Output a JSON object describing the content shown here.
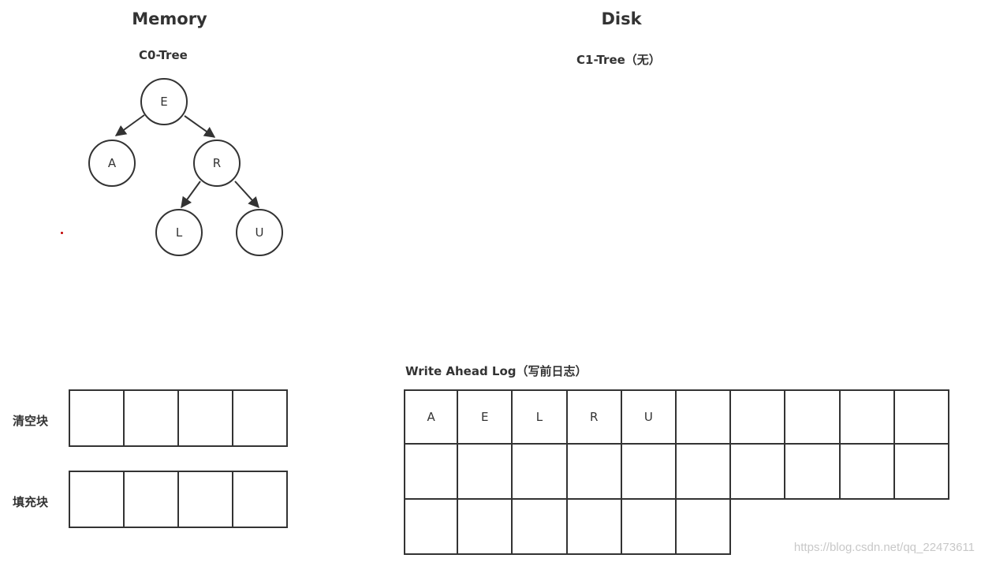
{
  "memory": {
    "title": "Memory",
    "c0_tree": {
      "title": "C0-Tree",
      "nodes": {
        "root": "E",
        "left": "A",
        "right": "R",
        "right_left": "L",
        "right_right": "U"
      }
    },
    "clear_block": {
      "label": "清空块",
      "cells": [
        "",
        "",
        "",
        ""
      ]
    },
    "fill_block": {
      "label": "填充块",
      "cells": [
        "",
        "",
        "",
        ""
      ]
    }
  },
  "disk": {
    "title": "Disk",
    "c1_tree": {
      "title": "C1-Tree（无）"
    },
    "wal": {
      "title": "Write Ahead Log（写前日志）",
      "rows": [
        [
          "A",
          "E",
          "L",
          "R",
          "U",
          "",
          "",
          "",
          "",
          ""
        ],
        [
          "",
          "",
          "",
          "",
          "",
          "",
          "",
          "",
          "",
          ""
        ],
        [
          "",
          "",
          "",
          "",
          "",
          "",
          null,
          null,
          null,
          null
        ]
      ]
    }
  },
  "watermark": "https://blog.csdn.net/qq_22473611",
  "colors": {
    "stroke": "#333333",
    "marker_dot": "#c00000",
    "watermark": "#c8c8c8"
  }
}
